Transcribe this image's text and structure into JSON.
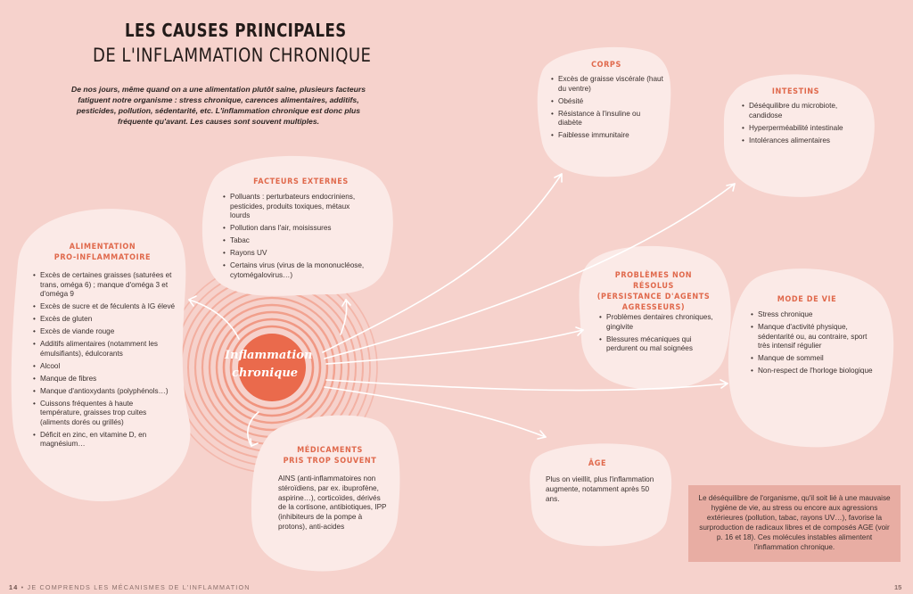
{
  "title": {
    "line1": "LES CAUSES PRINCIPALES",
    "line2": "DE L'INFLAMMATION CHRONIQUE"
  },
  "intro": "De nos jours, même quand on a une alimentation plutôt saine, plusieurs facteurs fatiguent notre organisme : stress chronique, carences alimentaires, additifs, pesticides, pollution, sédentarité, etc. L'inflammation chronique est donc plus fréquente qu'avant. Les causes sont souvent multiples.",
  "center": {
    "line1": "Inflammation",
    "line2": "chronique"
  },
  "alimentation": {
    "title1": "ALIMENTATION",
    "title2": "PRO-INFLAMMATOIRE",
    "items": [
      "Excès de certaines graisses (saturées et trans, oméga 6) ; manque d'oméga 3 et d'oméga 9",
      "Excès de sucre et de féculents à IG élevé",
      "Excès de gluten",
      "Excès de viande rouge",
      "Additifs alimentaires (notamment les émulsifiants), édulcorants",
      "Alcool",
      "Manque de fibres",
      "Manque d'antioxydants (polyphénols…)",
      "Cuissons fréquentes à haute température, graisses trop cuites (aliments dorés ou grillés)",
      "Déficit en zinc, en vitamine D, en magnésium…"
    ]
  },
  "facteurs": {
    "title": "FACTEURS EXTERNES",
    "items": [
      "Polluants : perturbateurs endocriniens, pesticides, produits toxiques, métaux lourds",
      "Pollution dans l'air, moisissures",
      "Tabac",
      "Rayons UV",
      "Certains virus (virus de la mononucléose, cytomégalovirus…)"
    ]
  },
  "medicaments": {
    "title1": "MÉDICAMENTS",
    "title2": "PRIS TROP SOUVENT",
    "text": "AINS (anti-inflammatoires non stéroïdiens, par ex. ibuprofène, aspirine…), corticoïdes, dérivés de la cortisone, antibiotiques, IPP (inhibiteurs de la pompe à protons), anti-acides"
  },
  "corps": {
    "title": "CORPS",
    "items": [
      "Excès de graisse viscérale (haut du ventre)",
      "Obésité",
      "Résistance à l'insuline ou diabète",
      "Faiblesse immunitaire"
    ]
  },
  "intestins": {
    "title": "INTESTINS",
    "items": [
      "Déséquilibre du microbiote, candidose",
      "Hyperperméabilité intestinale",
      "Intolérances alimentaires"
    ]
  },
  "problemes": {
    "title1": "PROBLÈMES NON RÉSOLUS",
    "title2": "(PERSISTANCE D'AGENTS",
    "title3": "AGRESSEURS)",
    "items": [
      "Problèmes dentaires chroniques, gingivite",
      "Blessures mécaniques qui perdurent ou mal soignées"
    ]
  },
  "modevie": {
    "title": "MODE DE VIE",
    "items": [
      "Stress chronique",
      "Manque d'activité physique, sédentarité ou, au contraire, sport très intensif régulier",
      "Manque de sommeil",
      "Non-respect de l'horloge biologique"
    ]
  },
  "age": {
    "title": "ÂGE",
    "text": "Plus on vieillit, plus l'inflammation augmente, notamment après 50 ans."
  },
  "note": "Le déséquilibre de l'organisme, qu'il soit lié à une mauvaise hygiène de vie, au stress ou encore aux agressions extérieures (pollution, tabac, rayons UV…), favorise la surproduction de radicaux libres et de composés AGE (voir p. 16 et 18). Ces molécules instables alimentent l'inflammation chronique.",
  "footer": {
    "left_num": "14",
    "left_text": "JE COMPRENDS LES MÉCANISMES DE L'INFLAMMATION",
    "right_num": "15"
  },
  "colors": {
    "background": "#f6d2cc",
    "blob": "#fbeae7",
    "accent": "#e0694c",
    "note": "#e8ada3"
  }
}
